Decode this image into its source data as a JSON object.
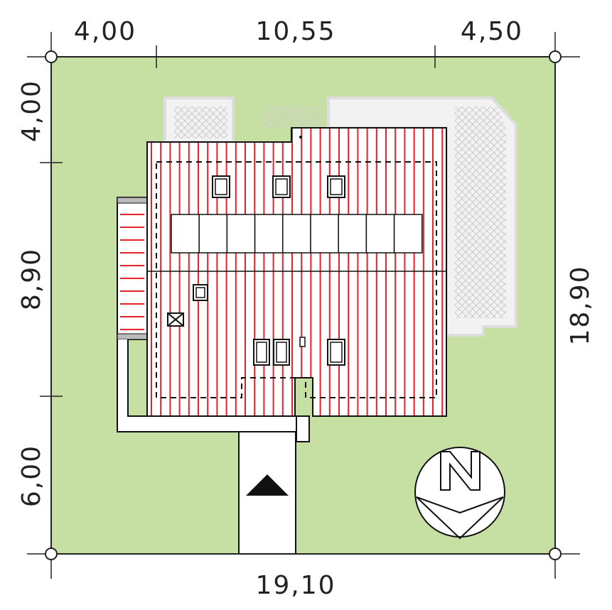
{
  "dimensions": {
    "top": [
      "4,00",
      "10,55",
      "4,50"
    ],
    "left": [
      "4,00",
      "8,90",
      "6,00"
    ],
    "right": "18,90",
    "bottom": "19,10"
  },
  "compass": {
    "label": "N"
  },
  "colors": {
    "plot": "#c6e0a3",
    "roof": "#ffffff",
    "roof_stripe": "#e8202a",
    "outline": "#111111",
    "terrace": "#f4f4f4",
    "terrace_pattern": "#c9c9c9"
  }
}
